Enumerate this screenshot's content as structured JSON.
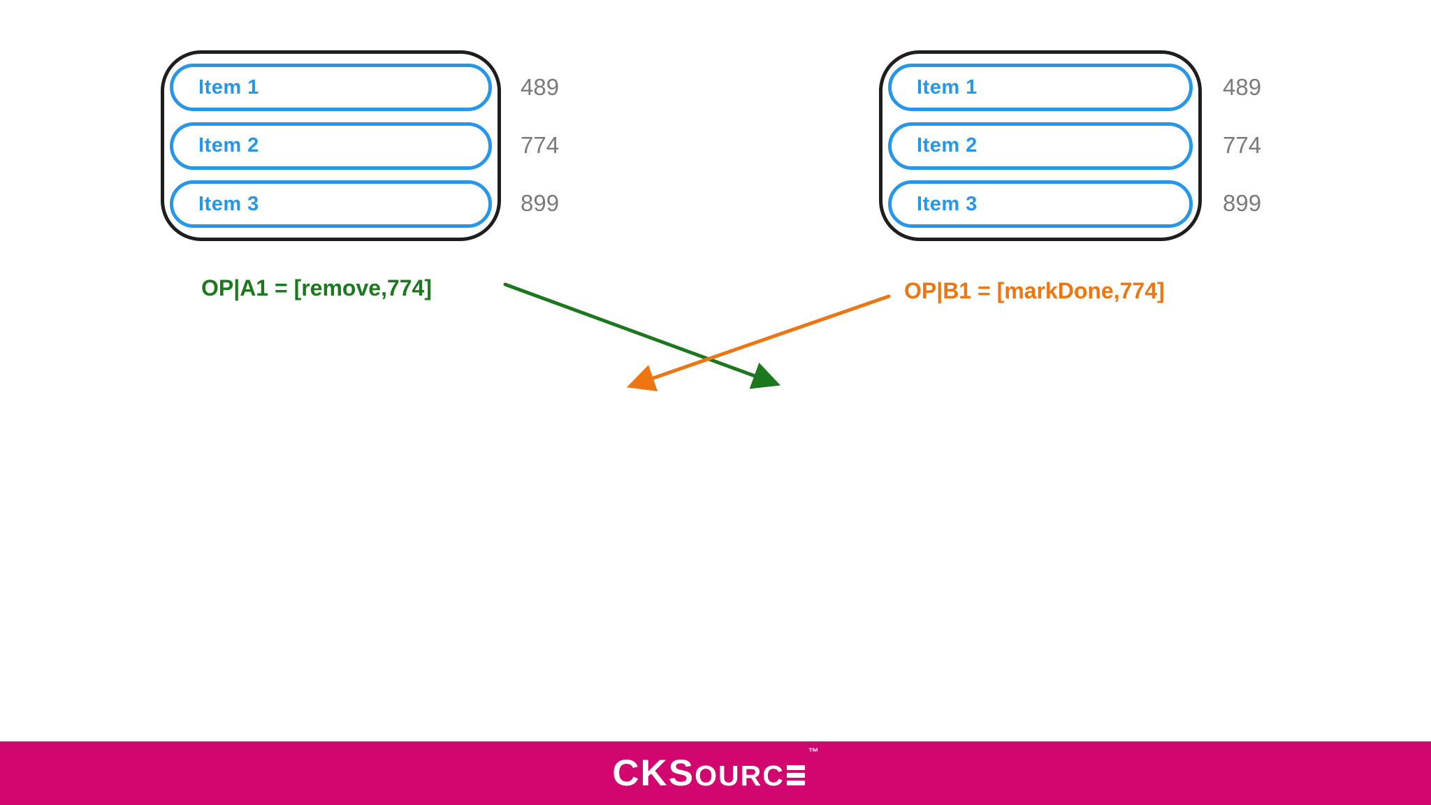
{
  "replicas": {
    "left": {
      "title": "replica-a-list",
      "items": [
        {
          "label": "Item 1",
          "id": "489"
        },
        {
          "label": "Item 2",
          "id": "774"
        },
        {
          "label": "Item 3",
          "id": "899"
        }
      ]
    },
    "right": {
      "title": "replica-b-list",
      "items": [
        {
          "label": "Item 1",
          "id": "489"
        },
        {
          "label": "Item 2",
          "id": "774"
        },
        {
          "label": "Item 3",
          "id": "899"
        }
      ]
    }
  },
  "operations": {
    "op_a": {
      "label": "OP|A1 = [remove,774]"
    },
    "op_b": {
      "label": "OP|B1 = [markDone,774]"
    }
  },
  "colors": {
    "item_blue": "#2596e8",
    "box_border": "#1e1e1e",
    "id_gray": "#7a7a7c",
    "green": "#1c781c",
    "orange": "#ee7612",
    "footer_pink": "#d1066e",
    "logo_white": "#ffffff"
  },
  "footer": {
    "logo": {
      "large": "CKS",
      "small": "OURC",
      "e_glyph": "three-bar-E",
      "trademark": "™"
    }
  }
}
